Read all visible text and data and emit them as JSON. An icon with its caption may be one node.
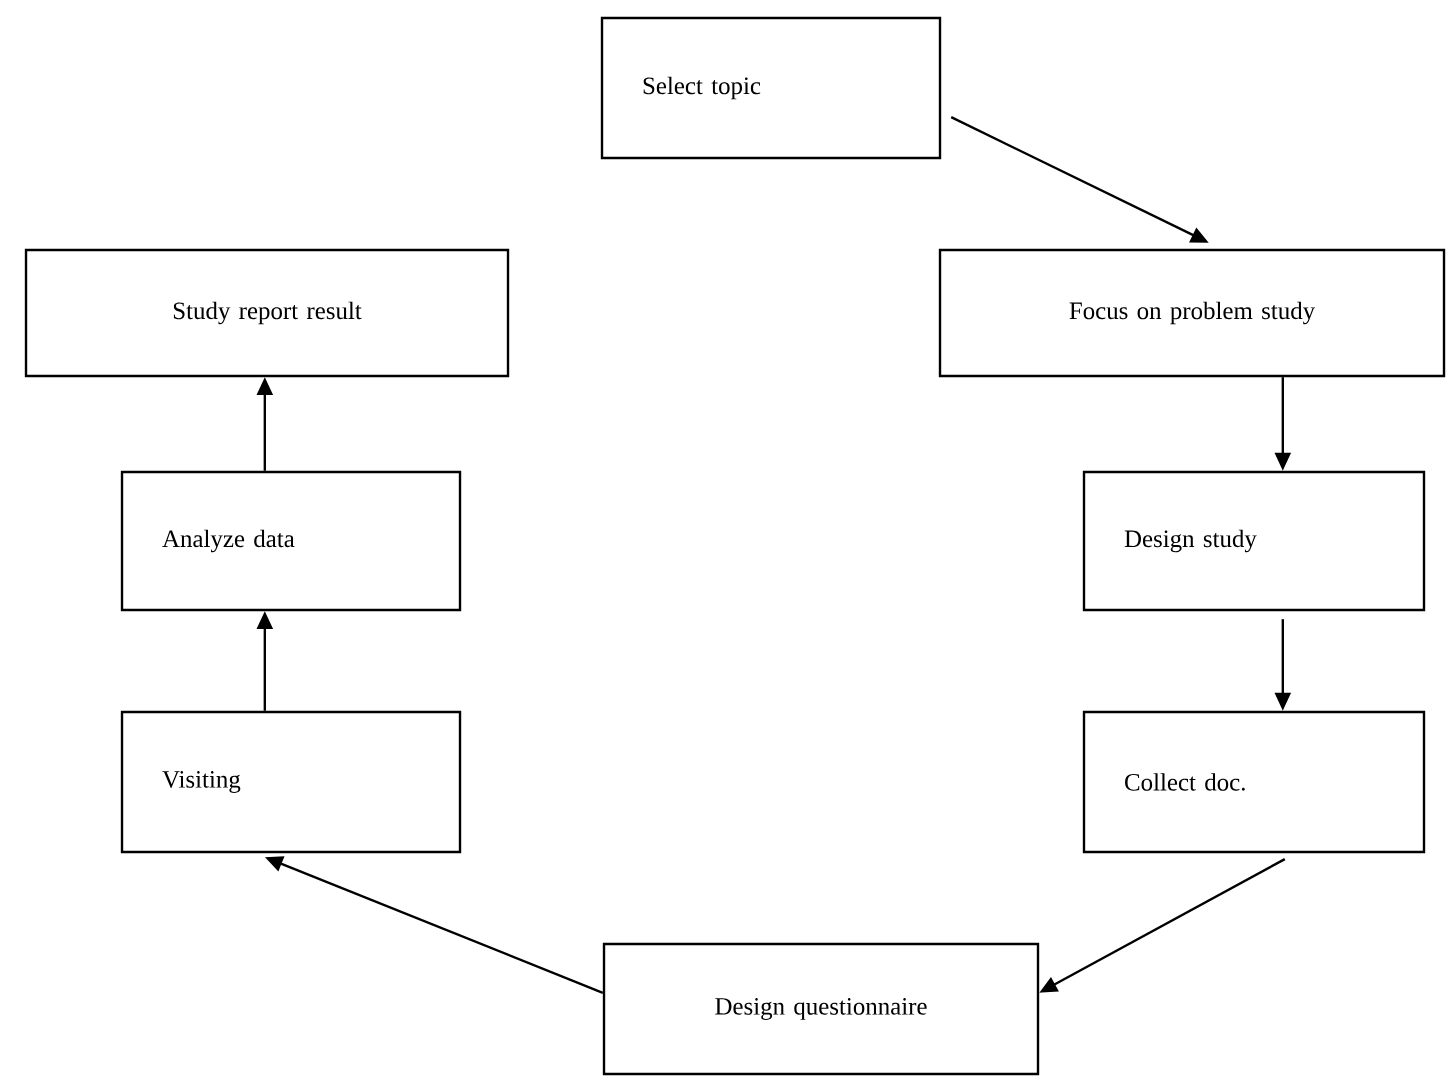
{
  "diagram": {
    "nodes": [
      {
        "text": [
          "Select topic"
        ]
      },
      {
        "text": [
          "Focus on problem study"
        ]
      },
      {
        "text": [
          "Design study"
        ]
      },
      {
        "text": [
          "Collect doc."
        ]
      },
      {
        "text": [
          "Design questionnaire"
        ]
      },
      {
        "text": [
          "Visiting"
        ]
      },
      {
        "text": [
          "Analyze data"
        ]
      },
      {
        "text": [
          "Study report result"
        ]
      }
    ],
    "edges": [
      {
        "from": 0,
        "to": 1,
        "arrow": "to"
      },
      {
        "from": 1,
        "to": 2,
        "arrow": "to"
      },
      {
        "from": 2,
        "to": 3,
        "arrow": "to"
      },
      {
        "from": 3,
        "to": 4,
        "arrow": "to"
      },
      {
        "from": 4,
        "to": 5,
        "arrow": "to"
      },
      {
        "from": 5,
        "to": 6,
        "arrow": "to"
      },
      {
        "from": 6,
        "to": 7,
        "arrow": "to"
      }
    ]
  }
}
